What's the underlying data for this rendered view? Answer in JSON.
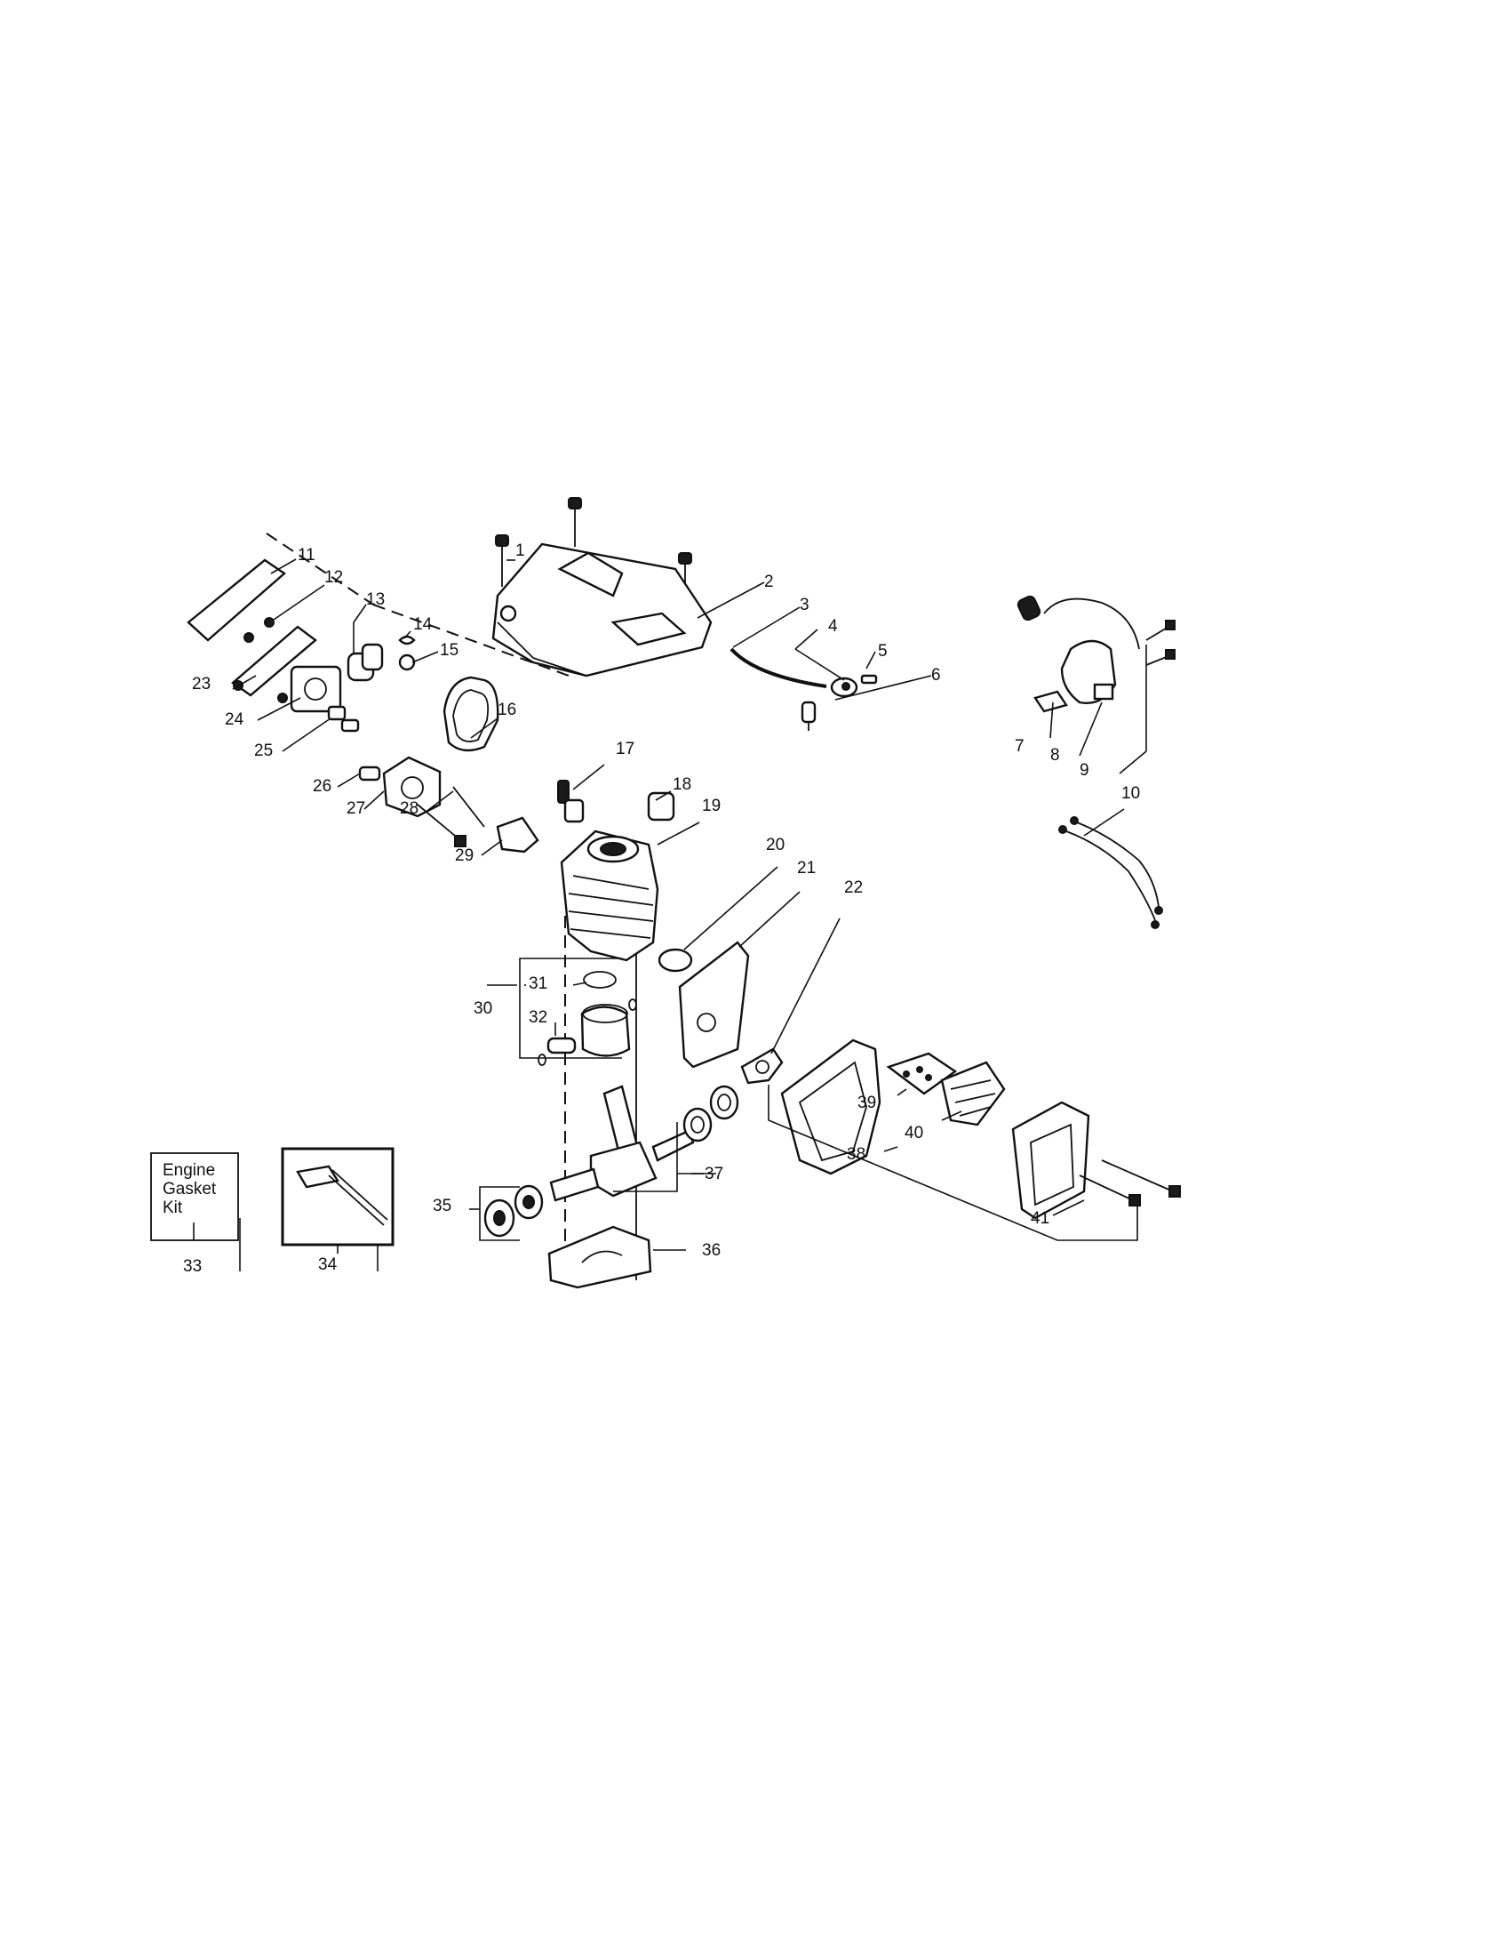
{
  "callouts": [
    "1",
    "2",
    "3",
    "4",
    "5",
    "6",
    "7",
    "8",
    "9",
    "10",
    "11",
    "12",
    "13",
    "14",
    "15",
    "16",
    "17",
    "18",
    "19",
    "20",
    "21",
    "22",
    "23",
    "24",
    "25",
    "26",
    "27",
    "28",
    "29",
    "30",
    "31",
    "32",
    "33",
    "34",
    "35",
    "36",
    "37",
    "38",
    "39",
    "40",
    "41"
  ],
  "kit_box": {
    "line1": "Engine",
    "line2": "Gasket",
    "line3": "Kit"
  }
}
